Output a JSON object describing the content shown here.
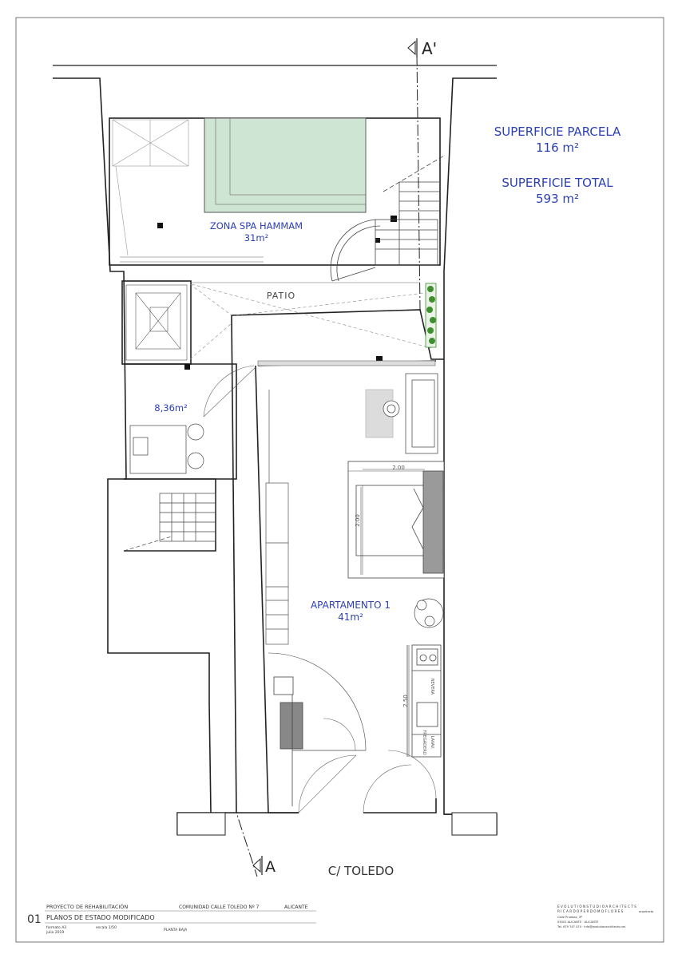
{
  "plan": {
    "section_top": "A'",
    "section_bottom": "A",
    "street": "C/ TOLEDO",
    "patio": "PATIO",
    "areas": {
      "parcela_label": "SUPERFICIE PARCELA",
      "parcela_value": "116 m²",
      "total_label": "SUPERFICIE TOTAL",
      "total_value": "593 m²"
    },
    "rooms": {
      "spa_name": "ZONA SPA HAMMAM",
      "spa_area": "31m²",
      "office_area": "8,36m²",
      "apt_name": "APARTAMENTO 1",
      "apt_area": "41m²"
    },
    "dimensions": {
      "bed_width": "2.00",
      "bed_length": "2.00",
      "kitchen_length": "2.50"
    },
    "kitchen_labels": {
      "fridge": "NEVERA",
      "dishwasher": "LAVAV.",
      "sink": "FREGADERO"
    },
    "colors": {
      "label_blue": "#2b3fb6",
      "pool_green": "#cfe5d3",
      "plants_green": "#3f8f2f"
    }
  },
  "title_block": {
    "number": "01",
    "project": "PROYECTO DE REHABILITACIÓN",
    "client": "COMUNIDAD CALLE TOLEDO Nº 7",
    "city": "ALICANTE",
    "drawing_title": "PLANOS DE ESTADO MODIFICADO",
    "format": "formato A3",
    "scale": "escala 1/50",
    "level": "PLANTA BAJA",
    "date": "julio 2019"
  },
  "studio": {
    "line1": "E V O L U T I O N   S T U D I O   A R C H I T E C T S",
    "line2": "R I C A R D O   P E R D O M O   F L O R E S",
    "role": "arquitecto",
    "address": "Calle Pruebas, 4ª",
    "city": "03001 ALICANTE · ALICANTE",
    "contact": "Tel. 679 747 474 · info@evolutionarchitects.net"
  }
}
